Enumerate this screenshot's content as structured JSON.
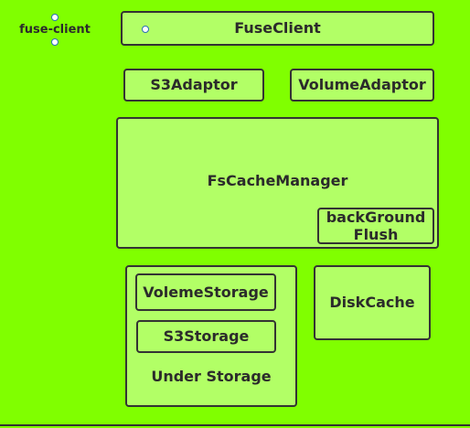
{
  "diagram": {
    "title": "fuse-client",
    "nodes": {
      "fuse_client": "FuseClient",
      "s3_adaptor": "S3Adaptor",
      "volume_adaptor": "VolumeAdaptor",
      "fs_cache_manager": "FsCacheManager",
      "background_flush": "backGround\nFlush",
      "voleme_storage": "VolemeStorage",
      "s3_storage": "S3Storage",
      "under_storage": "Under Storage",
      "disk_cache": "DiskCache"
    }
  }
}
